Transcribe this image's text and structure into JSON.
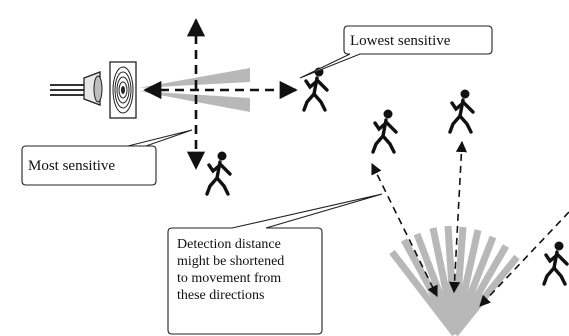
{
  "labels": {
    "lowest": "Lowest sensitive",
    "most": "Most sensitive",
    "note_lines": [
      "Detection distance",
      "might be shortened",
      "to movement from",
      "these directions"
    ]
  },
  "colors": {
    "ink": "#111111",
    "beam_gray": "#b8b8b8"
  }
}
